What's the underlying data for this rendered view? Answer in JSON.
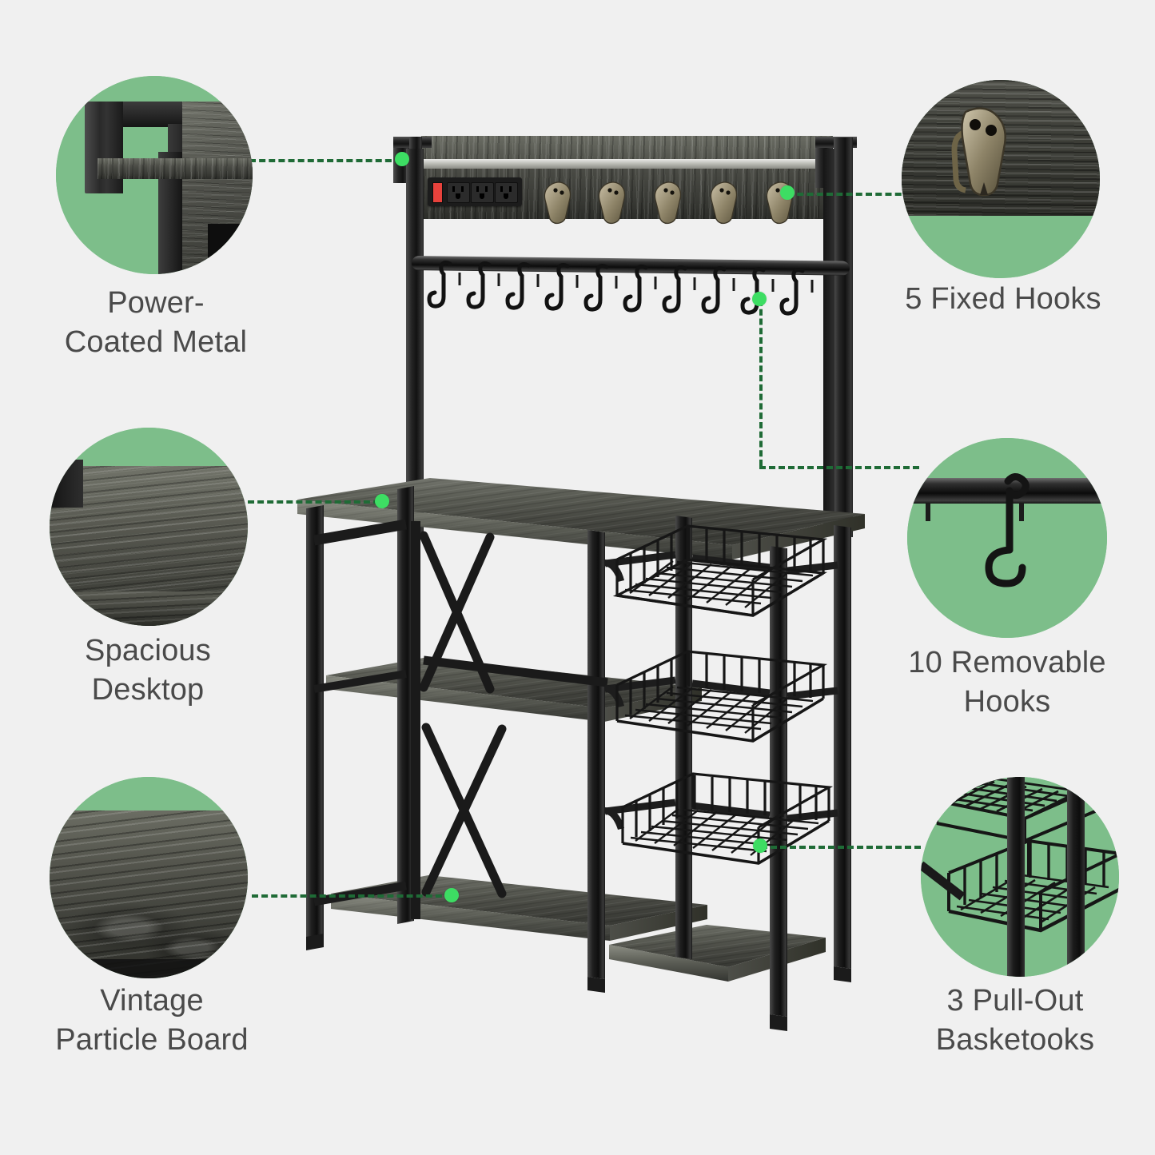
{
  "page": {
    "background_color": "#f0f0f0",
    "accent_green_circle": "#7dbe8a",
    "accent_green_line": "#1f6b36",
    "accent_green_dot": "#3ddd63",
    "caption_color": "#4a4a4a"
  },
  "callouts": [
    {
      "id": "power-coated-metal",
      "caption": "Power-\nCoated Metal",
      "icon": "metal-bracket-closeup-icon",
      "position": "top-left"
    },
    {
      "id": "five-fixed-hooks",
      "caption": "5 Fixed Hooks",
      "icon": "fixed-hook-closeup-icon",
      "position": "top-right"
    },
    {
      "id": "spacious-desktop",
      "caption": "Spacious\nDesktop",
      "icon": "desktop-surface-closeup-icon",
      "position": "middle-left"
    },
    {
      "id": "ten-removable-hooks",
      "caption": "10 Removable\nHooks",
      "icon": "s-hook-on-rail-closeup-icon",
      "position": "middle-right"
    },
    {
      "id": "vintage-particle-board",
      "caption": "Vintage\nParticle Board",
      "icon": "particle-board-grain-closeup-icon",
      "position": "bottom-left"
    },
    {
      "id": "three-pull-out-baskets",
      "caption": "3 Pull-Out\nBasketooks",
      "icon": "wire-baskets-closeup-icon",
      "position": "bottom-right"
    }
  ],
  "product": {
    "name": "baker-rack",
    "fixed_hooks_count": 5,
    "removable_s_hooks_count": 10,
    "pull_out_baskets_count": 3,
    "wood_shelves_count": 5,
    "power_strip": {
      "switch_color": "#e8423c",
      "outlets_count": 3
    }
  }
}
